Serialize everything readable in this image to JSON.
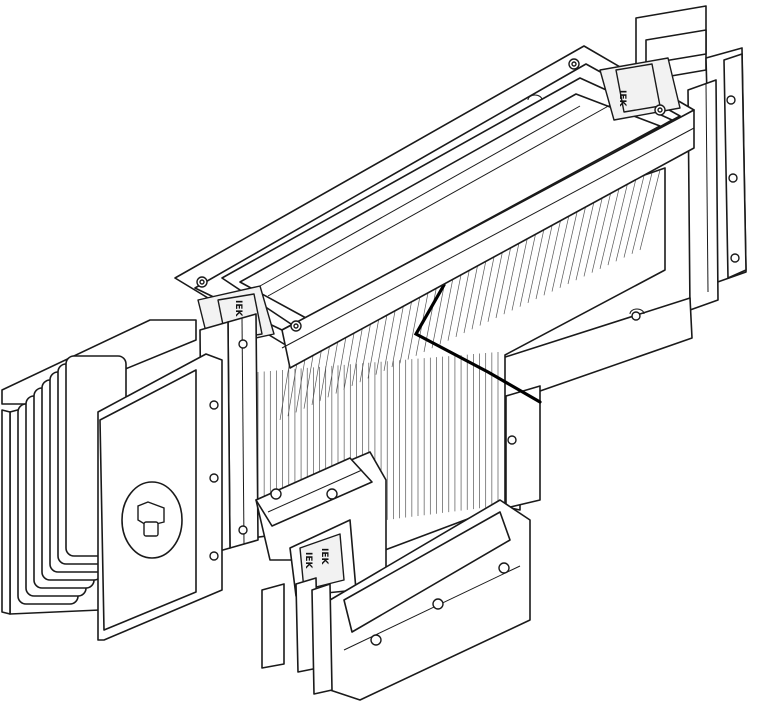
{
  "drawing": {
    "subject": "busbar-trunking-tee-section",
    "line_color": "#1a1a1a",
    "background": "#ffffff",
    "marks": [
      "IEK",
      "IEK",
      "IEK",
      "IEK"
    ]
  }
}
